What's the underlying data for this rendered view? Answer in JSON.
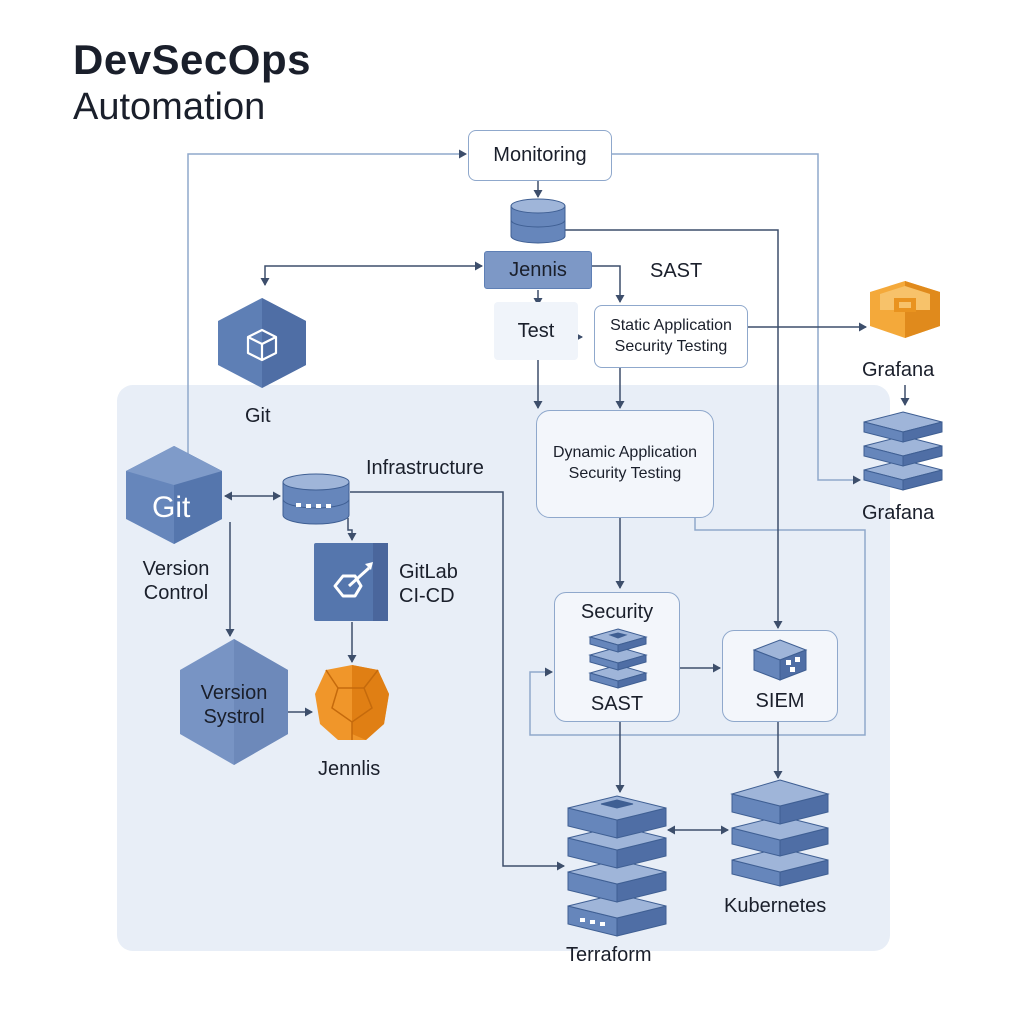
{
  "title": "DevSecOps",
  "subtitle": "Automation",
  "nodes": {
    "monitoring": "Monitoring",
    "jenkins_top": "Jennis",
    "sast_top": "SAST",
    "test": "Test",
    "static_testing": [
      "Static Application",
      "Security Testing"
    ],
    "dynamic_testing": [
      "Dynamic Application",
      "Security Testing"
    ],
    "git_top": "Git",
    "git_logo_text": "Git",
    "version_control": [
      "Version",
      "Control"
    ],
    "version_systrol": [
      "Version",
      "Systrol"
    ],
    "infrastructure": "Infrastructure",
    "gitlab": [
      "GitLab",
      "CI-CD"
    ],
    "jenkins_bottom": "Jennlis",
    "grafana_top": "Grafana",
    "grafana_right": "Grafana",
    "security": "Security",
    "sast_bottom": "SAST",
    "siem": "SIEM",
    "terraform": "Terraform",
    "kubernetes": "Kubernetes"
  },
  "colors": {
    "accent_blue": "#5e7fb5",
    "light_blue": "#8fa8cc",
    "panel_bg": "#e8eef7",
    "orange": "#f0962a",
    "edge": "#3d4e6b"
  },
  "icons": [
    "database-icon",
    "cube-hexagon-icon",
    "git-hexagon-icon",
    "server-stack-icon",
    "gitlab-tile-icon",
    "jenkins-orange-icon",
    "grafana-orange-icon",
    "siem-icon"
  ]
}
